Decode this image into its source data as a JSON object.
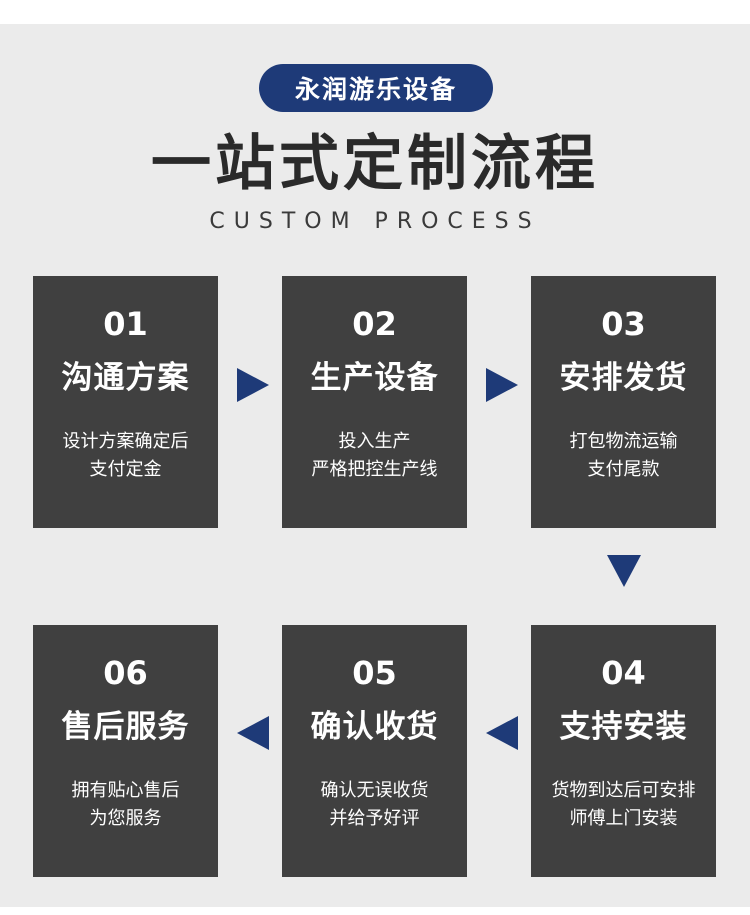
{
  "header": {
    "brand": "永润游乐设备",
    "title": "一站式定制流程",
    "subtitle": "CUSTOM PROCESS"
  },
  "steps": [
    {
      "num": "01",
      "title": "沟通方案",
      "desc": [
        "设计方案确定后",
        "支付定金"
      ]
    },
    {
      "num": "02",
      "title": "生产设备",
      "desc": [
        "投入生产",
        "严格把控生产线"
      ]
    },
    {
      "num": "03",
      "title": "安排发货",
      "desc": [
        "打包物流运输",
        "支付尾款"
      ]
    },
    {
      "num": "04",
      "title": "支持安装",
      "desc": [
        "货物到达后可安排",
        "师傅上门安装"
      ]
    },
    {
      "num": "05",
      "title": "确认收货",
      "desc": [
        "确认无误收货",
        "并给予好评"
      ]
    },
    {
      "num": "06",
      "title": "售后服务",
      "desc": [
        "拥有贴心售后",
        "为您服务"
      ]
    }
  ],
  "colors": {
    "accent": "#1e3a78",
    "card": "#404040",
    "background": "#ebebeb"
  },
  "icons": [
    "arrow-right-icon",
    "arrow-down-icon",
    "arrow-left-icon"
  ]
}
